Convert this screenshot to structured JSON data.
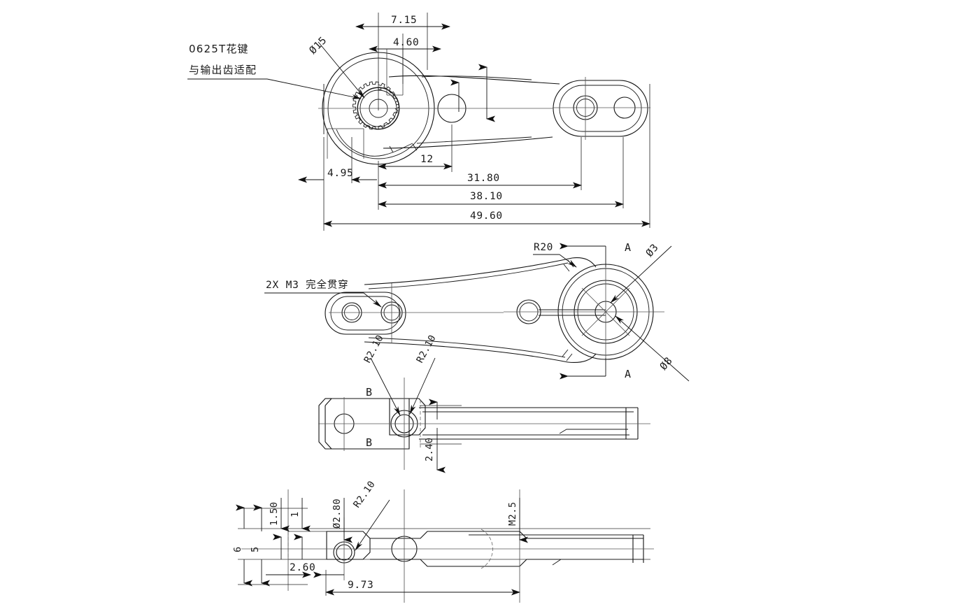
{
  "drawing": {
    "title": "Servo Horn Mechanical Drawing",
    "sheet_bg": "#ffffff",
    "line_color": "#111111",
    "views": [
      {
        "name": "top-view",
        "label": ""
      },
      {
        "name": "plan-view",
        "label": ""
      },
      {
        "name": "side-view",
        "label": ""
      },
      {
        "name": "bottom-view",
        "label": ""
      }
    ]
  },
  "notes": {
    "spline_note_line1": "0625T花键",
    "spline_note_line2": "与输出齿适配",
    "thread_note": "2X M3 完全贯穿"
  },
  "top_view": {
    "dim_7_15": "7.15",
    "dim_4_60": "4.60",
    "dia_15": "Ø15",
    "dim_4_95": "4.95",
    "dim_12": "12",
    "dim_31_80": "31.80",
    "dim_38_10": "38.10",
    "dim_49_60": "49.60"
  },
  "plan_view": {
    "radius_r20": "R20",
    "dia_3": "Ø3",
    "dia_8": "Ø8",
    "section_mark_top": "A",
    "section_mark_bottom": "A"
  },
  "side_view": {
    "radius_left": "R2.10",
    "radius_right": "R2.10",
    "section_mark_top": "B",
    "section_mark_bottom": "B",
    "dim_2_40": "2.40"
  },
  "bottom_view": {
    "dim_6": "6",
    "dim_5": "5",
    "dim_1_50": "1.50",
    "dim_1": "1",
    "dia_2_80": "Ø2.80",
    "radius_r2_10": "R2.10",
    "thread_m2_5": "M2.5",
    "dim_2_60": "2.60",
    "dim_9_73": "9.73"
  }
}
